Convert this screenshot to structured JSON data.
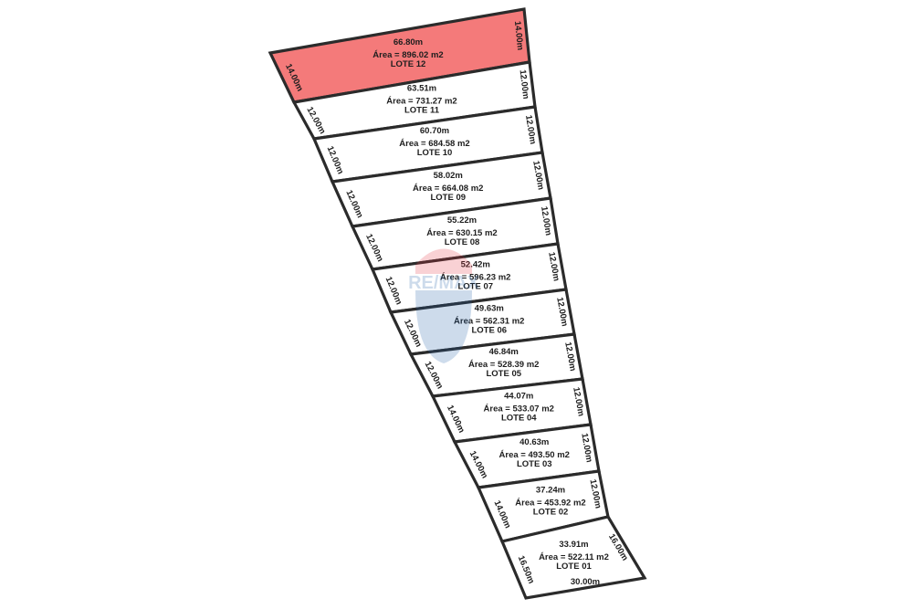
{
  "colors": {
    "highlight": "#f47a7a",
    "outline": "#2b2b2b",
    "lot_fill": "#ffffff",
    "watermark_red": "#e7333f",
    "watermark_blue": "#1f5fa8"
  },
  "watermark": {
    "text": "RE/MAX",
    "icon": "balloon-logo-icon"
  },
  "base_width": "30.00m",
  "lots": [
    {
      "id": "12",
      "label": "LOTE 12",
      "area": "Área = 896.02 m2",
      "width": "66.80m",
      "left_side": "14.00m",
      "right_side": "14.00m",
      "highlighted": true
    },
    {
      "id": "11",
      "label": "LOTE 11",
      "area": "Área = 731.27 m2",
      "width": "63.51m",
      "left_side": "12.00m",
      "right_side": "12.00m",
      "highlighted": false
    },
    {
      "id": "10",
      "label": "LOTE 10",
      "area": "Área = 684.58 m2",
      "width": "60.70m",
      "left_side": "12.00m",
      "right_side": "12.00m",
      "highlighted": false
    },
    {
      "id": "09",
      "label": "LOTE 09",
      "area": "Área = 664.08 m2",
      "width": "58.02m",
      "left_side": "12.00m",
      "right_side": "12.00m",
      "highlighted": false
    },
    {
      "id": "08",
      "label": "LOTE 08",
      "area": "Área = 630.15 m2",
      "width": "55.22m",
      "left_side": "12.00m",
      "right_side": "12.00m",
      "highlighted": false
    },
    {
      "id": "07",
      "label": "LOTE 07",
      "area": "Área = 596.23 m2",
      "width": "52.42m",
      "left_side": "12.00m",
      "right_side": "12.00m",
      "highlighted": false
    },
    {
      "id": "06",
      "label": "LOTE 06",
      "area": "Área = 562.31 m2",
      "width": "49.63m",
      "left_side": "12.00m",
      "right_side": "12.00m",
      "highlighted": false
    },
    {
      "id": "05",
      "label": "LOTE 05",
      "area": "Área = 528.39 m2",
      "width": "46.84m",
      "left_side": "12.00m",
      "right_side": "12.00m",
      "highlighted": false
    },
    {
      "id": "04",
      "label": "LOTE 04",
      "area": "Área = 533.07 m2",
      "width": "44.07m",
      "left_side": "14.00m",
      "right_side": "12.00m",
      "highlighted": false
    },
    {
      "id": "03",
      "label": "LOTE 03",
      "area": "Área = 493.50 m2",
      "width": "40.63m",
      "left_side": "14.00m",
      "right_side": "12.00m",
      "highlighted": false
    },
    {
      "id": "02",
      "label": "LOTE 02",
      "area": "Área = 453.92 m2",
      "width": "37.24m",
      "left_side": "14.00m",
      "right_side": "12.00m",
      "highlighted": false
    },
    {
      "id": "01",
      "label": "LOTE 01",
      "area": "Área = 522.11 m2",
      "width": "33.91m",
      "left_side": "16.50m",
      "right_side": "16.00m",
      "highlighted": false
    }
  ]
}
